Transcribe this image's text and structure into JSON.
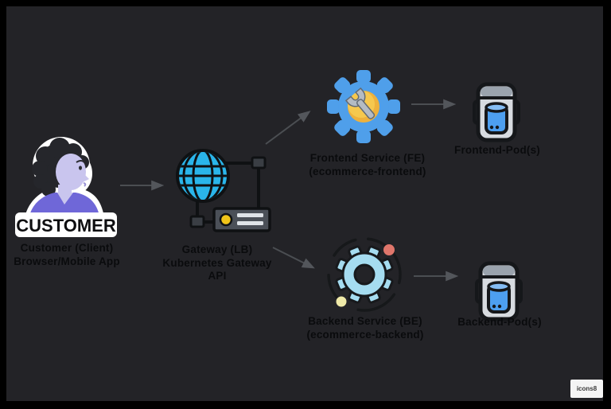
{
  "nodes": {
    "customer": {
      "badge": "CUSTOMER",
      "label": [
        "Customer (Client)",
        "Browser/Mobile App"
      ]
    },
    "gateway": {
      "label": [
        "Gateway (LB)",
        "Kubernetes Gateway",
        "API"
      ]
    },
    "frontend_service": {
      "label": [
        "Frontend Service (FE)",
        "(ecommerce-frontend)"
      ]
    },
    "frontend_pod": {
      "label": [
        "Frontend-Pod(s)"
      ]
    },
    "backend_service": {
      "label": [
        "Backend Service (BE)",
        "(ecommerce-backend)"
      ]
    },
    "backend_pod": {
      "label": [
        "Backend-Pod(s)"
      ]
    }
  },
  "edges": [
    {
      "from": "customer",
      "to": "gateway"
    },
    {
      "from": "gateway",
      "to": "frontend_service"
    },
    {
      "from": "gateway",
      "to": "backend_service"
    },
    {
      "from": "frontend_service",
      "to": "frontend_pod"
    },
    {
      "from": "backend_service",
      "to": "backend_pod"
    }
  ],
  "watermark": "icons8",
  "colors": {
    "background": "#232327",
    "border": "#000000",
    "label_text": "#0a0b0d",
    "globe_blue": "#2ab5ea",
    "router_gray": "#4b5058",
    "gear_blue": "#4f9fea",
    "gear_core_yellow": "#eeb13c",
    "backend_gear_blue": "#a5dcf0",
    "pod_body": "#d7dbe0",
    "pod_top_gray": "#9aa3ad",
    "container_blue": "#4d9ff0",
    "shirt_purple": "#6f67d8",
    "skin_lavender": "#c9c5ee",
    "dot_red": "#e0766b",
    "dot_pale_yellow": "#efe9a8",
    "led_yellow": "#f0c419",
    "arrow_gray": "#4b4e52"
  }
}
